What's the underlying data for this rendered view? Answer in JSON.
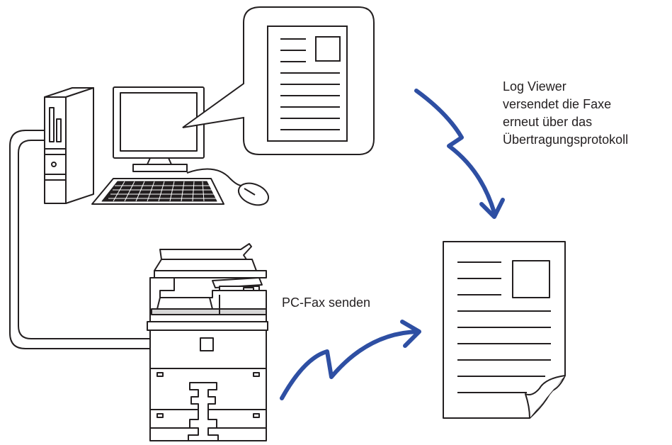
{
  "labels": {
    "log_viewer": [
      "Log Viewer",
      "versendet die Faxe",
      "erneut über das",
      "Übertragungsprotokoll"
    ],
    "pc_fax": "PC-Fax senden"
  },
  "colors": {
    "line": "#231f20",
    "arrow": "#2e4fa3",
    "gray": "#d7d7d7",
    "background": "#ffffff"
  },
  "icons": {
    "computer": "desktop-computer-icon",
    "document_bubble": "document-speech-bubble-icon",
    "mfp": "multifunction-printer-icon",
    "fax_document": "received-fax-document-icon",
    "arrow_resend": "lightning-arrow-icon",
    "arrow_send": "lightning-arrow-icon"
  }
}
